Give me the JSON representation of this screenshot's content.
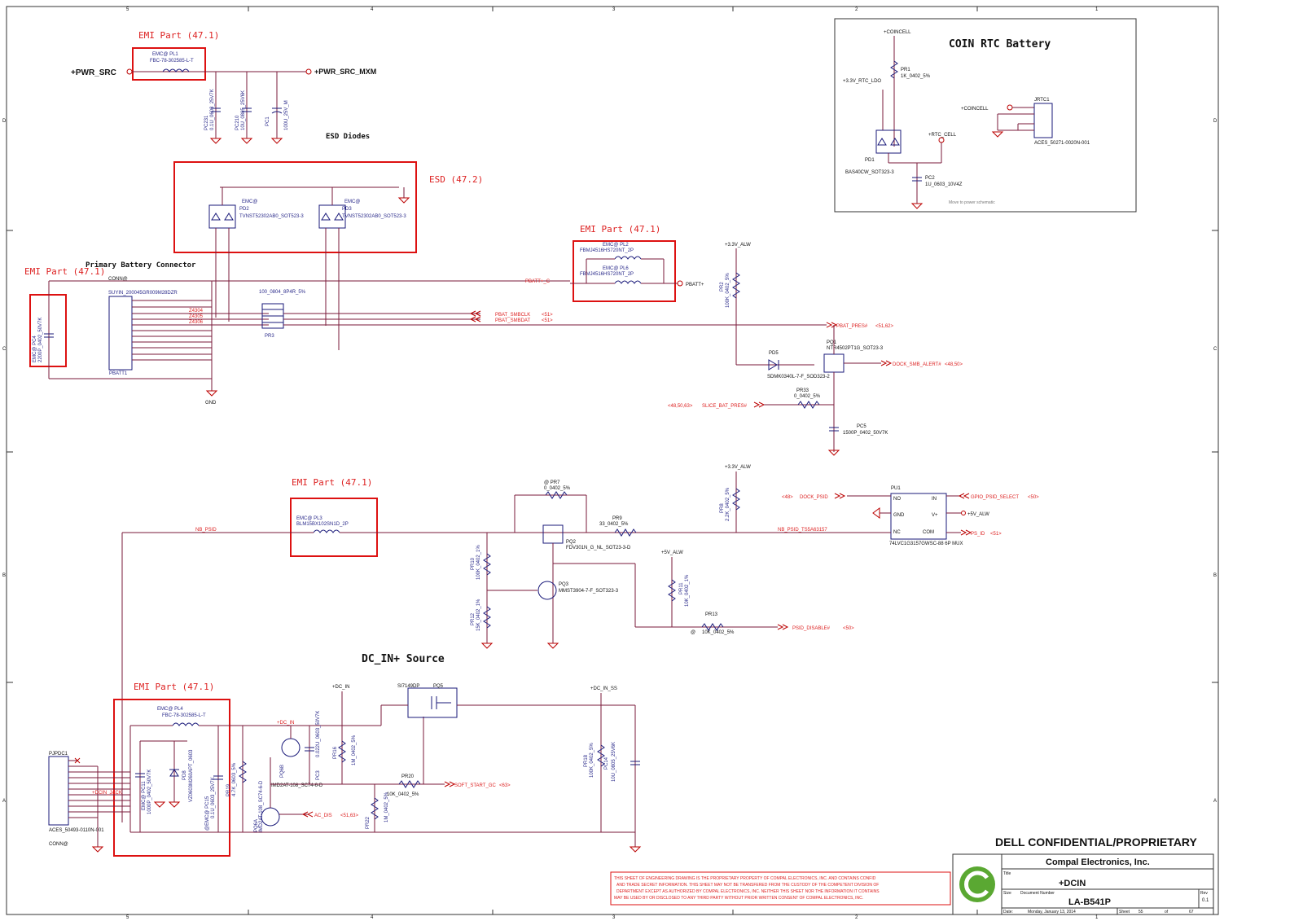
{
  "sheet": {
    "zone_cols": [
      "5",
      "4",
      "3",
      "2",
      "1"
    ],
    "zone_rows": [
      "D",
      "C",
      "B",
      "A"
    ]
  },
  "emi": {
    "pl1": "EMI Part (47.1)",
    "esd": "ESD (47.2)",
    "pl2": "EMI Part (47.1)",
    "pc4": "EMI Part (47.1)",
    "pl3": "EMI Part (47.1)",
    "pl4": "EMI Part (47.1)"
  },
  "nets": {
    "pwr_src": "+PWR_SRC",
    "pwr_src_mxm": "+PWR_SRC_MXM",
    "coincell": "+COINCELL",
    "rtc_ldo": "+3.3V_RTC_LDO",
    "rtc_cell": "+RTC_CELL",
    "coincell2": "+COINCELL",
    "alw1": "+3.3V_ALW",
    "alw2": "+3.3V_ALW",
    "alw5": "+5V_ALW",
    "v5alw_pu1": "+5V_ALW",
    "pbatt_c": "PBATT+_C",
    "pbatt": "PBATT+",
    "pbat_smbclk": "PBAT_SMBCLK",
    "pbat_smbclk_ref": "<51>",
    "pbat_smbdat": "PBAT_SMBDAT",
    "pbat_smbdat_ref": "<51>",
    "pbat_pres": "PBAT_PRES#",
    "pbat_pres_ref": "<51,62>",
    "dock_smb_alert": "DOCK_SMB_ALERT#",
    "dock_smb_alert_ref": "<48,50>",
    "slice_bat_pres_ref": "<48,50,63>",
    "slice_bat_pres": "SLICE_BAT_PRES#",
    "nb_psid": "NB_PSID",
    "nb_psid_ts": "NB_PSID_TS5A63157",
    "dock_psid_ref": "<48>",
    "dock_psid": "DOCK_PSID",
    "gpio_psid": "GPIO_PSID_SELECT",
    "gpio_psid_ref": "<50>",
    "ps_id": "PS_ID",
    "ps_id_ref": "<51>",
    "psid_disable": "PSID_DISABLE#",
    "psid_disable_ref": "<50>",
    "dc_in": "+DC_IN",
    "dc_in2": "+DC_IN",
    "dc_in_ss": "+DC_IN_SS",
    "soft_start": "SOFT_START_GC",
    "soft_start_ref": "<63>",
    "ac_dis": "AC_DIS",
    "ac_dis_ref": "<51,63>",
    "dcin_jack": "+DCIN_JACK",
    "gnd": "GND",
    "conn_at": "CONN@",
    "conn_at2": "CONN@",
    "ra": "Z4304",
    "rb": "Z4305",
    "rc": "Z4306"
  },
  "components": {
    "pl1_tag": "EMC@ PL1",
    "pl1_val": "FBC-78-302585-L-T",
    "pc231": "PC231",
    "pc231_val": "0.1U_0603_25V7K",
    "pc210": "PC210",
    "pc210_val": "10U_0805_25V6K",
    "pc1": "PC1",
    "pc1_val": "100U_25V_M",
    "pd2_tag": "EMC@",
    "pd2": "PD2",
    "pd2_val": "TVNST52302AB0_SOT523-3",
    "pd3_tag": "EMC@",
    "pd3": "PD3",
    "pd3_val": "TVNST52302AB0_SOT523-3",
    "pl2_tag": "EMC@ PL2",
    "pl2_val": "FBMJ4516HS720NT_2P",
    "pl6_tag": "EMC@ PL6",
    "pl6_val": "FBMJ4516HS720NT_2P",
    "pc4": "EMC@ PC4",
    "pc4_val": "2200P_0402_50V7K",
    "pbatt1_val": "SUYIN_200045GR009M28DZR",
    "pbatt1": "PBATT1",
    "pr3_val": "100_0804_8P4R_5%",
    "pr3": "PR3",
    "pr2": "PR2",
    "pr2_val": "100K_0402_5%",
    "pd5": "PD5",
    "pd5_val": "SDMK0340L-7-F_SOD323-2",
    "pq1": "PQ1",
    "pq1_val": "NTR4502PT1G_SOT23-3",
    "pr33": "PR33",
    "pr33_val": "0_0402_5%",
    "pc5": "PC5",
    "pc5_val": "1500P_0402_50V7K",
    "pr1": "PR1",
    "pr1_val": "1K_0402_5%",
    "pd1": "PD1",
    "pd1_val": "BAS40CW_SOT323-3",
    "pc2": "PC2",
    "pc2_val": "1U_0603_10V4Z",
    "jrtc1": "JRTC1",
    "jrtc1_val": "ACES_50271-0020N-001",
    "pl3_tag": "EMC@ PL3",
    "pl3_val": "BLM15BX102SN1D_2P",
    "pr7_tag": "@ PR7",
    "pr7_val": "0_0402_5%",
    "pr9": "PR9",
    "pr9_val": "33_0402_5%",
    "pq2": "PQ2",
    "pq2_val": "FDV301N_G_NL_SOT23-3-D",
    "pr10": "PR10",
    "pr10_val": "100K_0402_1%",
    "pr12": "PR12",
    "pr12_val": "15K_0402_1%",
    "pq3": "PQ3",
    "pq3_val": "MMST3904-7-F_SOT323-3",
    "pr11": "PR11",
    "pr11_val": "10K_0402_1%",
    "pr13": "PR13",
    "pr13_val": "10K_0402_5%",
    "pr13_tag": "@",
    "pr8": "PR8",
    "pr8_val": "2.2K_0402_5%",
    "pu1": "PU1",
    "pu1_val": "74LVC1G3157GWSC-88 6P MUX",
    "pu1_no": "NO",
    "pu1_gnd": "GND",
    "pu1_nc": "NC",
    "pu1_in": "IN",
    "pu1_vp": "V+",
    "pu1_com": "COM",
    "pl4_tag": "EMC@ PL4",
    "pl4_val": "FBC-78-302585-L-T",
    "pc11": "EMC@ PC11",
    "pc11_val": "1000P_0402_50V7K",
    "pd8": "PD8",
    "pd8_val": "VZ0603M260APT_0603",
    "pc15": "@EMC@ PC15",
    "pc15_val": "0.1U_0603_25V7K",
    "pr19": "PR19",
    "pr19_val": "4.7K_0603_5%",
    "pjpdc1": "PJPDC1",
    "pjpdc1_val": "ACES_50493-0110N-001",
    "pq6b": "PQ6B",
    "pq6a": "PQ6A",
    "pq6_val": "IMD2AT-108_SC74-6-D",
    "pc3": "PC3",
    "pc3_val": "0.022U_0603_50V7K",
    "pr16": "PR16",
    "pr16_val": "1M_0402_5%",
    "pr20": "PR20",
    "pr20_val": "10K_0402_5%",
    "pr22": "PR22",
    "pr22_val": "1M_0402_5%",
    "pq5_val": "SI7149DP",
    "pq5": "PQ5",
    "pr18": "PR18",
    "pr18_val": "100K_0402_5%",
    "pc14": "PC14",
    "pc14_val": "10U_0805_25V6K"
  },
  "headings": {
    "esd_diodes": "ESD Diodes",
    "primary_battery": "Primary Battery Connector",
    "coin_rtc": "COIN RTC Battery",
    "move_note": "Move to power schematic",
    "dcin_source": "DC_IN+ Source"
  },
  "title_block": {
    "confidential": "DELL CONFIDENTIAL/PROPRIETARY",
    "company": "Compal Electronics, Inc.",
    "title_label": "Title",
    "title": "+DCIN",
    "size_label": "Size",
    "doc_label": "Document Number",
    "doc_number": "LA-B541P",
    "rev_label": "Rev",
    "rev": "0.1",
    "date_label": "Date:",
    "date": "Monday, January 13, 2014",
    "sheet_label": "Sheet",
    "sheet": "55",
    "of_label": "of",
    "of": "67",
    "disclaimer": [
      "THIS SHEET OF ENGINEERING DRAWING IS THE PROPRIETARY PROPERTY OF COMPAL ELECTRONICS, INC. AND CONTAINS CONFID",
      "AND TRADE SECRET INFORMATION. THIS SHEET MAY NOT BE TRANSFERED FROM THE CUSTODY OF THE COMPETENT DIVISION OF",
      "DEPARTMENT EXCEPT AS AUTHORIZED BY COMPAL ELECTRONICS, INC. NEITHER THIS SHEET NOR THE INFORMATION IT CONTAINS",
      "MAY BE USED BY OR DISCLOSED TO ANY THIRD PARTY WITHOUT PRIOR WRITTEN CONSENT OF COMPAL ELECTRONICS, INC."
    ]
  },
  "colors": {
    "emi_box": "#dd1111",
    "wire": "#7a1a3a",
    "component": "#1a1a7a",
    "net_text": "#d22222",
    "logo": "#5aa832"
  }
}
